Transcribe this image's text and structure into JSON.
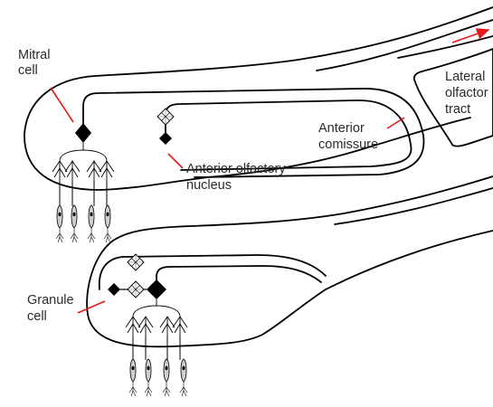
{
  "labels": {
    "mitral_line1": "Mitral",
    "mitral_line2": "cell",
    "aon_line1": "Anterior olfactory",
    "aon_line2": "nucleus",
    "ac_line1": "Anterior",
    "ac_line2": "comissure",
    "lot_line1": "Lateral",
    "lot_line2": "olfactor",
    "lot_line3": "tract",
    "granule_line1": "Granule",
    "granule_line2": "cell"
  },
  "colors": {
    "pointer": "#e3191b",
    "outline": "#000000",
    "label_text": "#2b2b2b",
    "background": "#ffffff"
  },
  "icons": {
    "excitatory_synapse": "filled-diamond",
    "inhibitory_synapse": "open-diamond-with-cross",
    "direction": "red-arrow"
  }
}
